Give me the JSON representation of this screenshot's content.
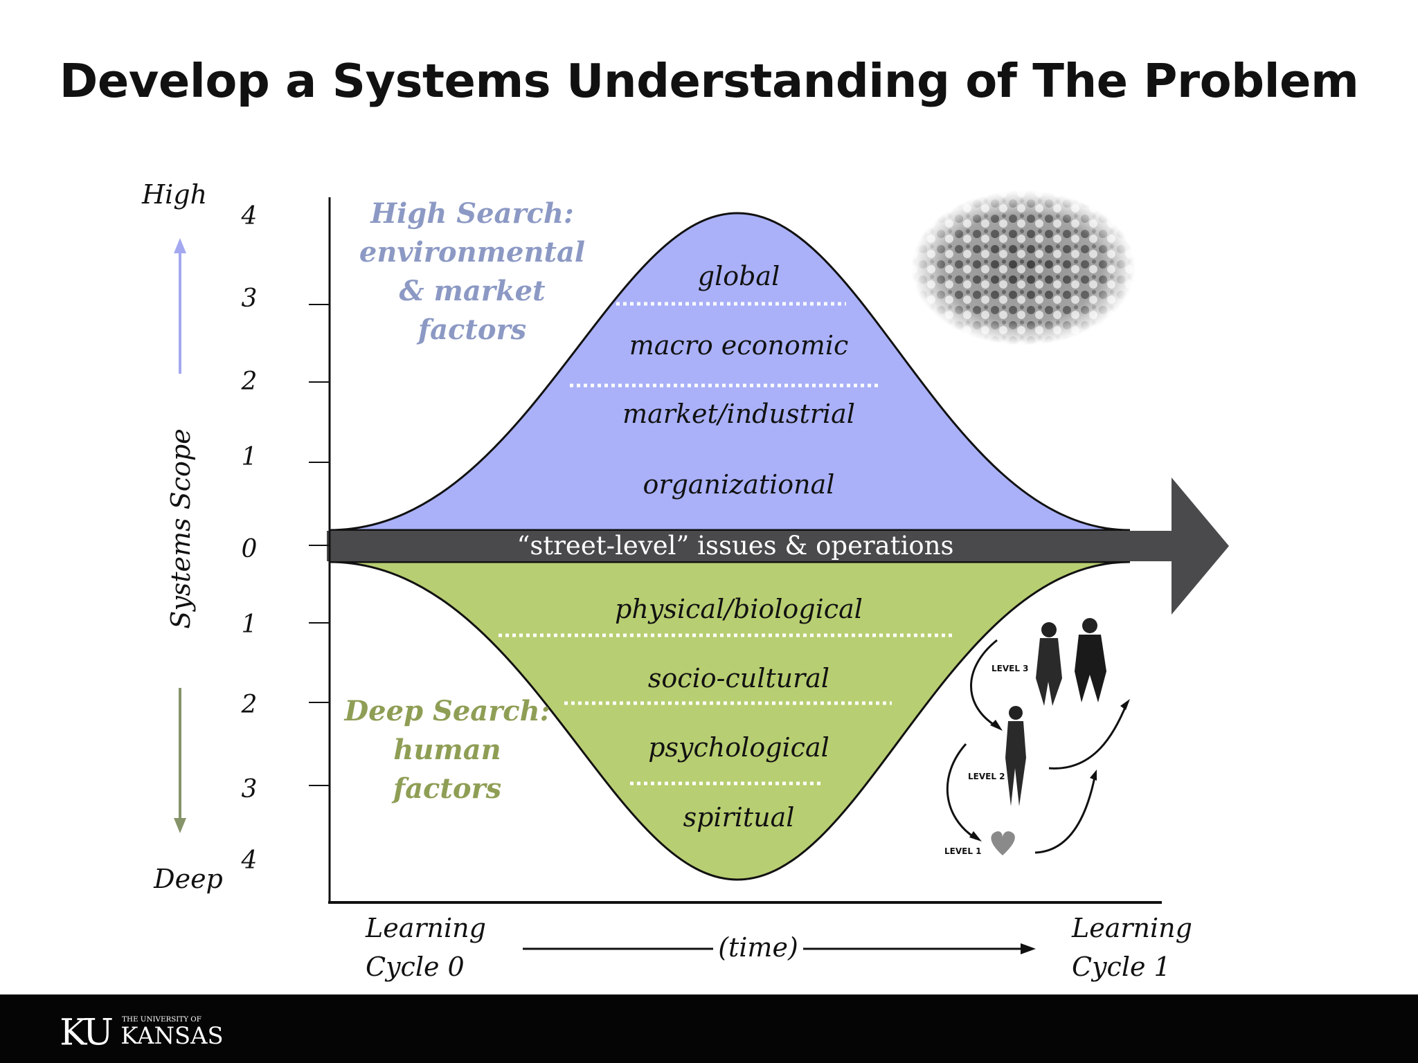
{
  "title": "Develop a Systems Understanding of The Problem",
  "axis": {
    "label": "Systems Scope",
    "top_label": "High",
    "bottom_label": "Deep",
    "ticks_up": [
      "4",
      "3",
      "2",
      "1",
      "0"
    ],
    "ticks_down": [
      "1",
      "2",
      "3",
      "4"
    ]
  },
  "high_search": {
    "lines": [
      "High Search:",
      "environmental",
      "& market",
      "factors"
    ],
    "color": "#8c99c4"
  },
  "deep_search": {
    "lines": [
      "Deep Search:",
      "human",
      "factors"
    ],
    "color": "#8e9e55"
  },
  "upper_layers": [
    "global",
    "macro economic",
    "market/industrial",
    "organizational"
  ],
  "lower_layers": [
    "physical/biological",
    "socio-cultural",
    "psychological",
    "spiritual"
  ],
  "street_level": "“street-level” issues & operations",
  "colors": {
    "upper_fill": "#aab1f8",
    "lower_fill": "#b8ce72",
    "arrow": "#4a4a4c",
    "up_arrow": "#a3a8f0",
    "down_arrow": "#86946a"
  },
  "x_axis": {
    "start": [
      "Learning",
      "Cycle 0"
    ],
    "middle": "(time)",
    "end": [
      "Learning",
      "Cycle 1"
    ]
  },
  "levels": [
    "LEVEL 3",
    "LEVEL 2",
    "LEVEL 1"
  ],
  "footer": {
    "logo_mark": "KU",
    "logo_small": "THE UNIVERSITY OF",
    "logo_big": "KANSAS"
  }
}
